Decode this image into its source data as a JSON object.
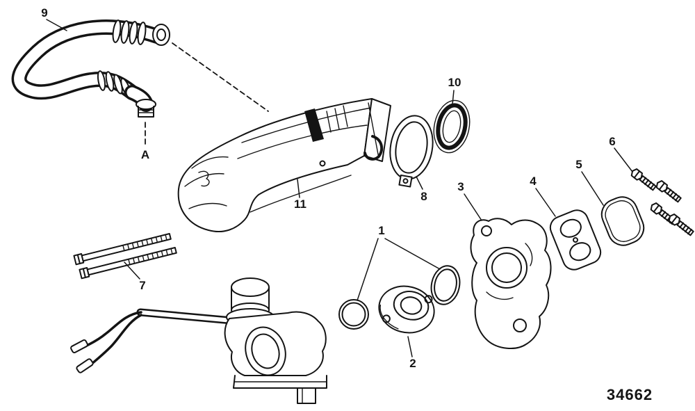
{
  "diagram": {
    "part_number": "34662",
    "callouts": {
      "n1": "1",
      "n2": "2",
      "n3": "3",
      "n4": "4",
      "n5": "5",
      "n6": "6",
      "n7": "7",
      "n8": "8",
      "n9": "9",
      "n10": "10",
      "n11": "11",
      "nA": "A"
    },
    "colors": {
      "line": "#141414",
      "background": "#ffffff"
    }
  }
}
